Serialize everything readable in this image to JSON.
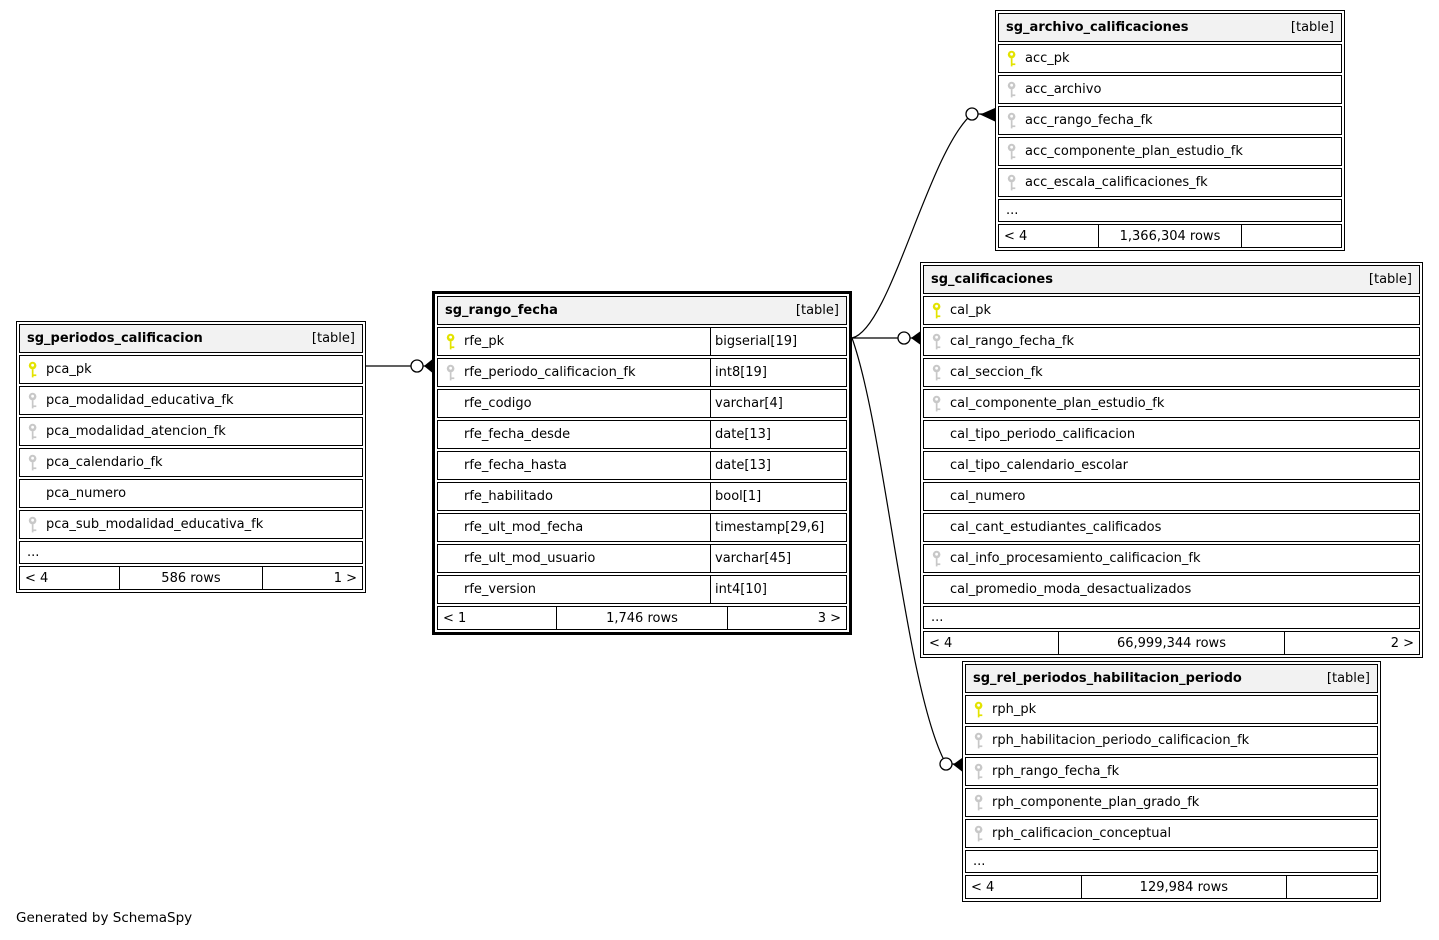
{
  "diagram": {
    "note": "Generated by SchemaSpy",
    "table_tag": "[table]"
  },
  "colors": {
    "pk_key": "#e3e300",
    "fk_key": "#c8c8c8",
    "header_bg": "#f2f2f2",
    "border": "#000000",
    "background": "#ffffff"
  },
  "tables": [
    {
      "name": "sg_periodos_calificacion",
      "main": false,
      "ellipsis": "...",
      "columns": [
        {
          "name": "pca_pk",
          "key": "pk"
        },
        {
          "name": "pca_modalidad_educativa_fk",
          "key": "fk"
        },
        {
          "name": "pca_modalidad_atencion_fk",
          "key": "fk"
        },
        {
          "name": "pca_calendario_fk",
          "key": "fk"
        },
        {
          "name": "pca_numero",
          "key": ""
        },
        {
          "name": "pca_sub_modalidad_educativa_fk",
          "key": "fk"
        }
      ],
      "footer": {
        "left": "< 4",
        "center": "586 rows",
        "right": "1 >"
      }
    },
    {
      "name": "sg_rango_fecha",
      "main": true,
      "ellipsis": "",
      "columns": [
        {
          "name": "rfe_pk",
          "key": "pk",
          "type": "bigserial[19]"
        },
        {
          "name": "rfe_periodo_calificacion_fk",
          "key": "fk",
          "type": "int8[19]"
        },
        {
          "name": "rfe_codigo",
          "key": "",
          "type": "varchar[4]"
        },
        {
          "name": "rfe_fecha_desde",
          "key": "",
          "type": "date[13]"
        },
        {
          "name": "rfe_fecha_hasta",
          "key": "",
          "type": "date[13]"
        },
        {
          "name": "rfe_habilitado",
          "key": "",
          "type": "bool[1]"
        },
        {
          "name": "rfe_ult_mod_fecha",
          "key": "",
          "type": "timestamp[29,6]"
        },
        {
          "name": "rfe_ult_mod_usuario",
          "key": "",
          "type": "varchar[45]"
        },
        {
          "name": "rfe_version",
          "key": "",
          "type": "int4[10]"
        }
      ],
      "footer": {
        "left": "< 1",
        "center": "1,746 rows",
        "right": "3 >"
      }
    },
    {
      "name": "sg_archivo_calificaciones",
      "main": false,
      "ellipsis": "...",
      "columns": [
        {
          "name": "acc_pk",
          "key": "pk"
        },
        {
          "name": "acc_archivo",
          "key": "fk"
        },
        {
          "name": "acc_rango_fecha_fk",
          "key": "fk"
        },
        {
          "name": "acc_componente_plan_estudio_fk",
          "key": "fk"
        },
        {
          "name": "acc_escala_calificaciones_fk",
          "key": "fk"
        }
      ],
      "footer": {
        "left": "< 4",
        "center": "1,366,304 rows",
        "right": ""
      }
    },
    {
      "name": "sg_calificaciones",
      "main": false,
      "ellipsis": "...",
      "columns": [
        {
          "name": "cal_pk",
          "key": "pk"
        },
        {
          "name": "cal_rango_fecha_fk",
          "key": "fk"
        },
        {
          "name": "cal_seccion_fk",
          "key": "fk"
        },
        {
          "name": "cal_componente_plan_estudio_fk",
          "key": "fk"
        },
        {
          "name": "cal_tipo_periodo_calificacion",
          "key": ""
        },
        {
          "name": "cal_tipo_calendario_escolar",
          "key": ""
        },
        {
          "name": "cal_numero",
          "key": ""
        },
        {
          "name": "cal_cant_estudiantes_calificados",
          "key": ""
        },
        {
          "name": "cal_info_procesamiento_calificacion_fk",
          "key": "fk"
        },
        {
          "name": "cal_promedio_moda_desactualizados",
          "key": ""
        }
      ],
      "footer": {
        "left": "< 4",
        "center": "66,999,344 rows",
        "right": "2 >"
      }
    },
    {
      "name": "sg_rel_periodos_habilitacion_periodo",
      "main": false,
      "ellipsis": "...",
      "columns": [
        {
          "name": "rph_pk",
          "key": "pk"
        },
        {
          "name": "rph_habilitacion_periodo_calificacion_fk",
          "key": "fk"
        },
        {
          "name": "rph_rango_fecha_fk",
          "key": "fk"
        },
        {
          "name": "rph_componente_plan_grado_fk",
          "key": "fk"
        },
        {
          "name": "rph_calificacion_conceptual",
          "key": "fk"
        }
      ],
      "footer": {
        "left": "< 4",
        "center": "129,984 rows",
        "right": ""
      }
    }
  ],
  "relationships": [
    {
      "from": "sg_rango_fecha.rfe_periodo_calificacion_fk",
      "to": "sg_periodos_calificacion.pca_pk"
    },
    {
      "from": "sg_archivo_calificaciones.acc_rango_fecha_fk",
      "to": "sg_rango_fecha.rfe_pk"
    },
    {
      "from": "sg_calificaciones.cal_rango_fecha_fk",
      "to": "sg_rango_fecha.rfe_pk"
    },
    {
      "from": "sg_rel_periodos_habilitacion_periodo.rph_rango_fecha_fk",
      "to": "sg_rango_fecha.rfe_pk"
    }
  ]
}
